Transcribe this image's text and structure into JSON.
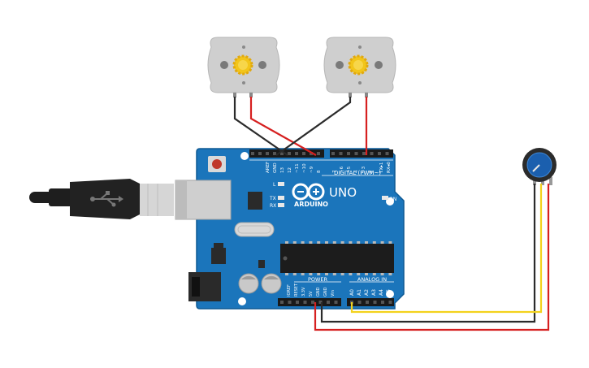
{
  "board": {
    "logo_text": "ARDUINO",
    "model": "UNO",
    "on_label": "ON",
    "l_label": "L",
    "tx_label": "TX",
    "rx_label": "RX",
    "digital_header": "DIGITAL (PWM~)",
    "power_header": "POWER",
    "analog_header": "ANALOG IN",
    "top_pins": [
      "AREF",
      "GND",
      "13",
      "12",
      "~11",
      "~10",
      "~9",
      "8",
      "7",
      "~6",
      "~5",
      "4",
      "~3",
      "2",
      "TX▸1",
      "RX◂0"
    ],
    "power_pins": [
      "IOREF",
      "RESET",
      "3.3V",
      "5V",
      "GND",
      "GND",
      "Vin"
    ],
    "analog_pins": [
      "A0",
      "A1",
      "A2",
      "A3",
      "A4",
      "A5"
    ]
  },
  "colors": {
    "board": "#1b75bb",
    "board_edge": "#0f5a94",
    "usb_cable": "#1e1e1e",
    "usb_plug": "#d6d6d6",
    "motor_body": "#cfcfcf",
    "motor_gear": "#f2c51a",
    "wire_black": "#2b2b2b",
    "wire_red": "#d62020",
    "wire_yellow": "#f3d21c",
    "pot_knob": "#1b5fae"
  },
  "icons": [
    "usb-icon",
    "arduino-infinity-logo-icon",
    "gear-icon"
  ]
}
